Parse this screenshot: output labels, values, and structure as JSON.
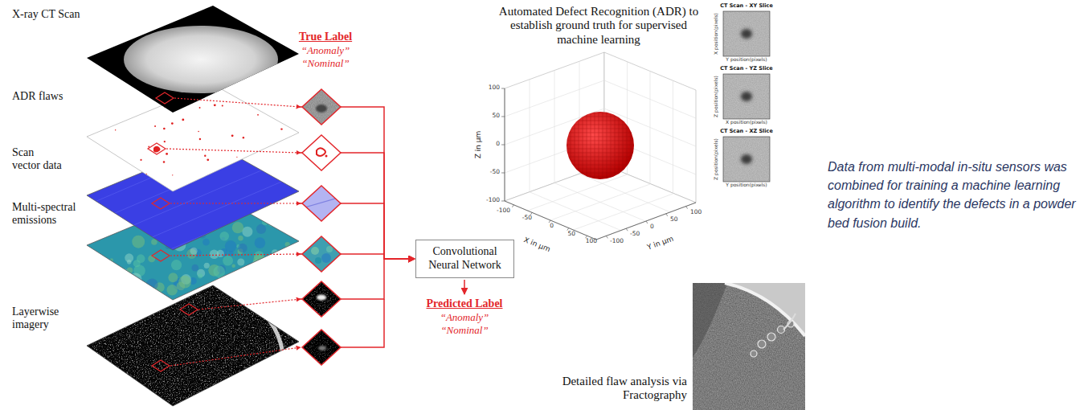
{
  "diagram": {
    "caption": "Data from multi-modal in-situ sensors was combined for training a machine learning algorithm to identify the defects in a powder bed fusion build.",
    "nodes": [
      {
        "text": [
          "X-ray CT Scan"
        ]
      },
      {
        "text": [
          "ADR flaws"
        ]
      },
      {
        "text": [
          "Scan vector data"
        ]
      },
      {
        "text": [
          "Multi-spectral emissions"
        ]
      },
      {
        "text": [
          "Layerwise imagery"
        ]
      },
      {
        "text": [
          "Convolutional Neural Network"
        ]
      }
    ],
    "edges": [
      {
        "from": 0,
        "to": 5,
        "arrow": "to"
      },
      {
        "from": 1,
        "to": 5,
        "arrow": "to"
      },
      {
        "from": 2,
        "to": 5,
        "arrow": "to"
      },
      {
        "from": 3,
        "to": 5,
        "arrow": "to"
      },
      {
        "from": 4,
        "to": 5,
        "arrow": "to"
      }
    ],
    "labels": [
      "True Label",
      "“Anomaly”",
      "“Nominal”",
      "Predicted Label",
      "“Anomaly”",
      "“Nominal”",
      "Automated Defect Recognition (ADR) to establish ground truth for supervised machine learning",
      "Z in μm",
      "X in μm",
      "Y in μm",
      "100",
      "50",
      "0",
      "-50",
      "-100",
      "-100",
      "-50",
      "0",
      "50",
      "100",
      "-100",
      "-50",
      "0",
      "50",
      "100",
      "CT Scan - XY Slice",
      "Y position(pixels)",
      "X position(pixels)",
      "CT Scan - YZ Slice",
      "X position(pixels)",
      "Z position(pixels)",
      "CT Scan - XZ Slice",
      "Y position(pixels)",
      "Z position(pixels)",
      "Detailed flaw analysis via Fractography"
    ]
  }
}
